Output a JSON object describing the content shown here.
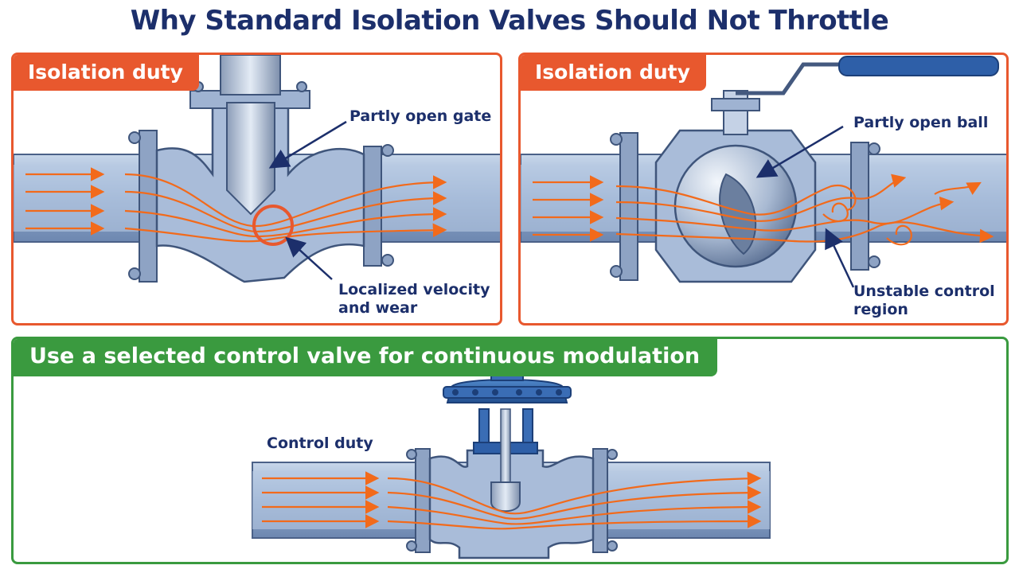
{
  "title": "Why Standard Isolation Valves Should Not Throttle",
  "panels": {
    "gate": {
      "tag": "Isolation duty",
      "label_gate": "Partly open gate",
      "label_wear_1": "Localized velocity",
      "label_wear_2": "and wear"
    },
    "ball": {
      "tag": "Isolation duty",
      "label_ball": "Partly open ball",
      "label_region_1": "Unstable control",
      "label_region_2": "region"
    },
    "control": {
      "tag": "Use a selected control valve for continuous modulation",
      "label_duty": "Control duty"
    }
  },
  "colors": {
    "isolation_border": "#e8582e",
    "control_border": "#3a9a3f",
    "title_text": "#1c2f6b",
    "flow": "#f26a1b",
    "pipe": "#9fb5d6"
  }
}
